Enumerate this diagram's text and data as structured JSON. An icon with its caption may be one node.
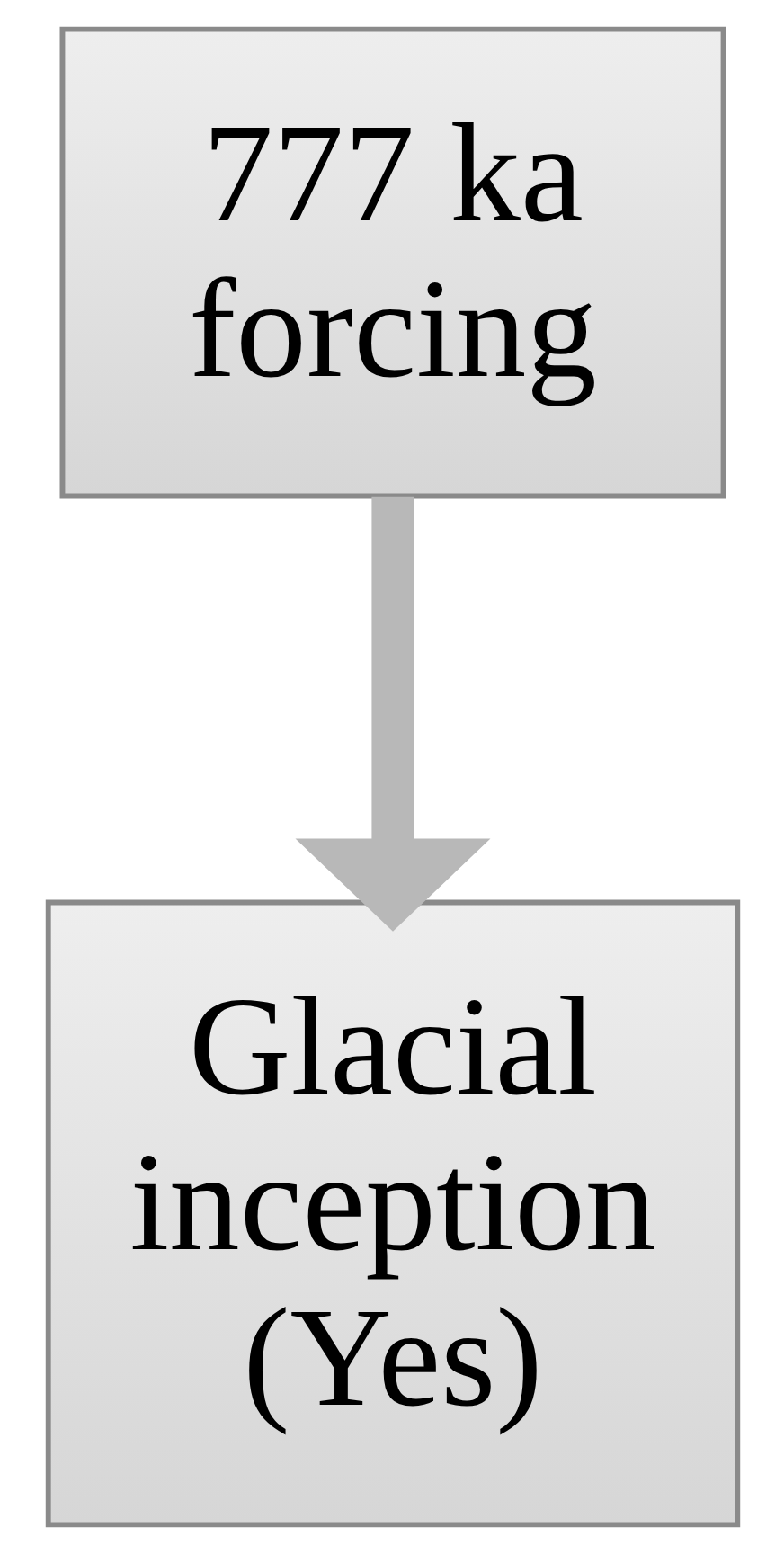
{
  "diagram": {
    "nodes": [
      {
        "text": [
          "777 ka forcing"
        ]
      },
      {
        "text": [
          "Glacial inception (Yes)"
        ]
      }
    ],
    "edges": [
      {
        "from": 0,
        "to": 1,
        "arrow": "to"
      }
    ]
  }
}
